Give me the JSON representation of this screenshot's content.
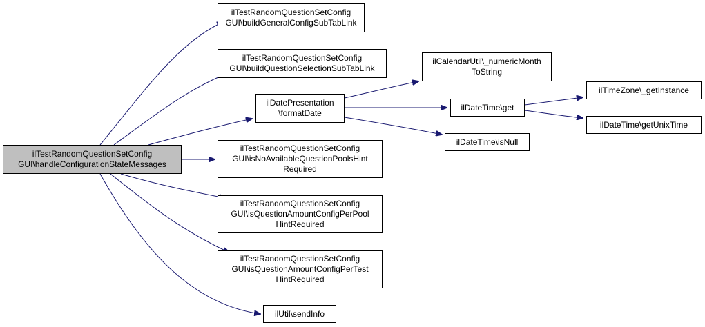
{
  "diagram": {
    "edge_color": "#191970",
    "root_fill": "#bfbfbf",
    "node_fill": "#ffffff",
    "nodes": {
      "root": [
        "ilTestRandomQuestionSetConfig",
        "GUI\\handleConfigurationStateMessages"
      ],
      "buildGeneral": [
        "ilTestRandomQuestionSetConfig",
        "GUI\\buildGeneralConfigSubTabLink"
      ],
      "buildQuestionSel": [
        "ilTestRandomQuestionSetConfig",
        "GUI\\buildQuestionSelectionSubTabLink"
      ],
      "formatDate": [
        "ilDatePresentation",
        "\\formatDate"
      ],
      "isNoPools": [
        "ilTestRandomQuestionSetConfig",
        "GUI\\isNoAvailableQuestionPoolsHint",
        "Required"
      ],
      "isPerPool": [
        "ilTestRandomQuestionSetConfig",
        "GUI\\isQuestionAmountConfigPerPool",
        "HintRequired"
      ],
      "isPerTest": [
        "ilTestRandomQuestionSetConfig",
        "GUI\\isQuestionAmountConfigPerTest",
        "HintRequired"
      ],
      "sendInfo": [
        "ilUtil\\sendInfo"
      ],
      "numericMonth": [
        "ilCalendarUtil\\_numericMonth",
        "ToString"
      ],
      "dtGet": [
        "ilDateTime\\get"
      ],
      "dtIsNull": [
        "ilDateTime\\isNull"
      ],
      "tzGet": [
        "ilTimeZone\\_getInstance"
      ],
      "getUnix": [
        "ilDateTime\\getUnixTime"
      ]
    }
  }
}
